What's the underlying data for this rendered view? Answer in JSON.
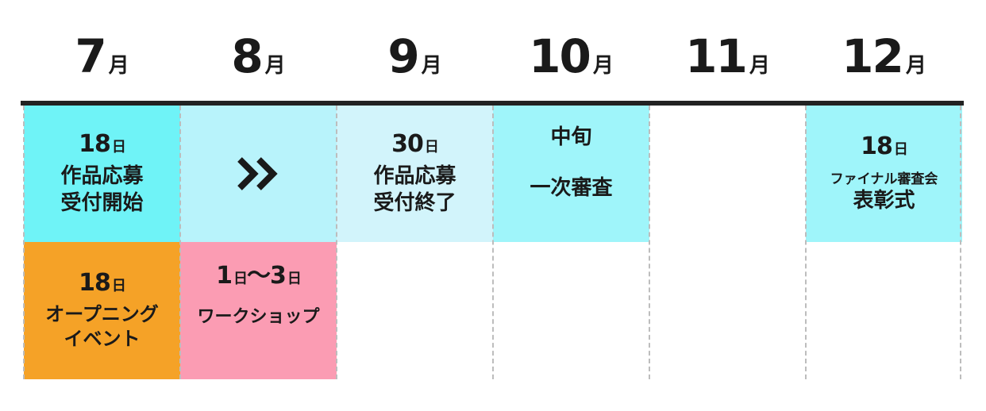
{
  "months": [
    {
      "num": "7",
      "unit": "月"
    },
    {
      "num": "8",
      "unit": "月"
    },
    {
      "num": "9",
      "unit": "月"
    },
    {
      "num": "10",
      "unit": "月"
    },
    {
      "num": "11",
      "unit": "月"
    },
    {
      "num": "12",
      "unit": "月"
    }
  ],
  "colors": {
    "cyan_strong": "#6ff3f7",
    "cyan_mid": "#b8f3fb",
    "cyan_light": "#d2f4fb",
    "cyan_final": "#9ff5fa",
    "orange": "#f5a227",
    "pink": "#fb9cb3",
    "rule": "#222222"
  },
  "events": {
    "application_start": {
      "day": "18",
      "unit": "日",
      "line1": "作品応募",
      "line2": "受付開始"
    },
    "continue_arrow": {
      "icon": "double-chevron-right-icon"
    },
    "application_end": {
      "day": "30",
      "unit": "日",
      "line1": "作品応募",
      "line2": "受付終了"
    },
    "first_review": {
      "period": "中旬",
      "label": "一次審査"
    },
    "award_ceremony": {
      "day": "18",
      "unit": "日",
      "sub": "ファイナル審査会",
      "label": "表彰式"
    },
    "opening": {
      "day": "18",
      "unit": "日",
      "line1": "オープニング",
      "line2": "イベント"
    },
    "workshop": {
      "start_day": "1",
      "unit1": "日",
      "tilde": "〜",
      "end_day": "3",
      "unit2": "日",
      "label": "ワークショップ"
    }
  }
}
